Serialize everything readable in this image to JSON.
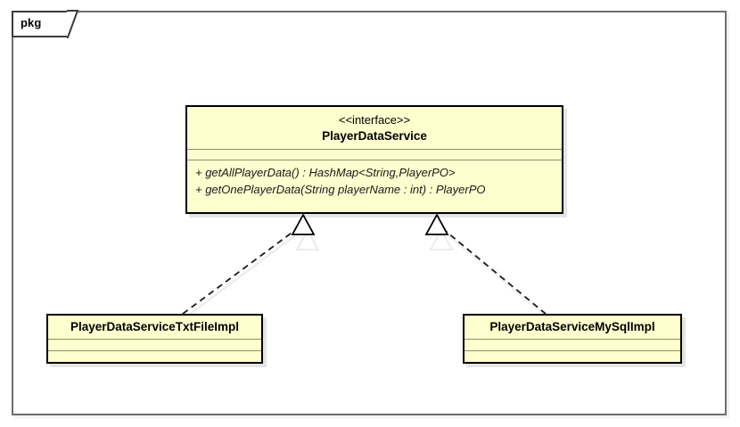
{
  "diagram": {
    "type": "uml-class-diagram",
    "frame": {
      "label": "pkg"
    },
    "colors": {
      "class_fill": "#FEFECE",
      "class_border": "#000000",
      "frame_border": "#6E6E6E",
      "compartment_separator": "#8F8F6A",
      "connector": "#1A1A1A",
      "background": "#FFFFFF"
    },
    "interface": {
      "stereotype": "<<interface>>",
      "name": "PlayerDataService",
      "attributes": [],
      "methods": [
        "+ getAllPlayerData() : HashMap<String,PlayerPO>",
        "+ getOnePlayerData(String playerName : int) : PlayerPO"
      ]
    },
    "classes": [
      {
        "name": "PlayerDataServiceTxtFileImpl",
        "attributes": [],
        "methods": []
      },
      {
        "name": "PlayerDataServiceMySqlImpl",
        "attributes": [],
        "methods": []
      }
    ],
    "relationships": [
      {
        "kind": "realization",
        "line_style": "dashed",
        "arrowhead": "hollow-triangle",
        "from": "PlayerDataServiceTxtFileImpl",
        "to": "PlayerDataService"
      },
      {
        "kind": "realization",
        "line_style": "dashed",
        "arrowhead": "hollow-triangle",
        "from": "PlayerDataServiceMySqlImpl",
        "to": "PlayerDataService"
      }
    ]
  }
}
